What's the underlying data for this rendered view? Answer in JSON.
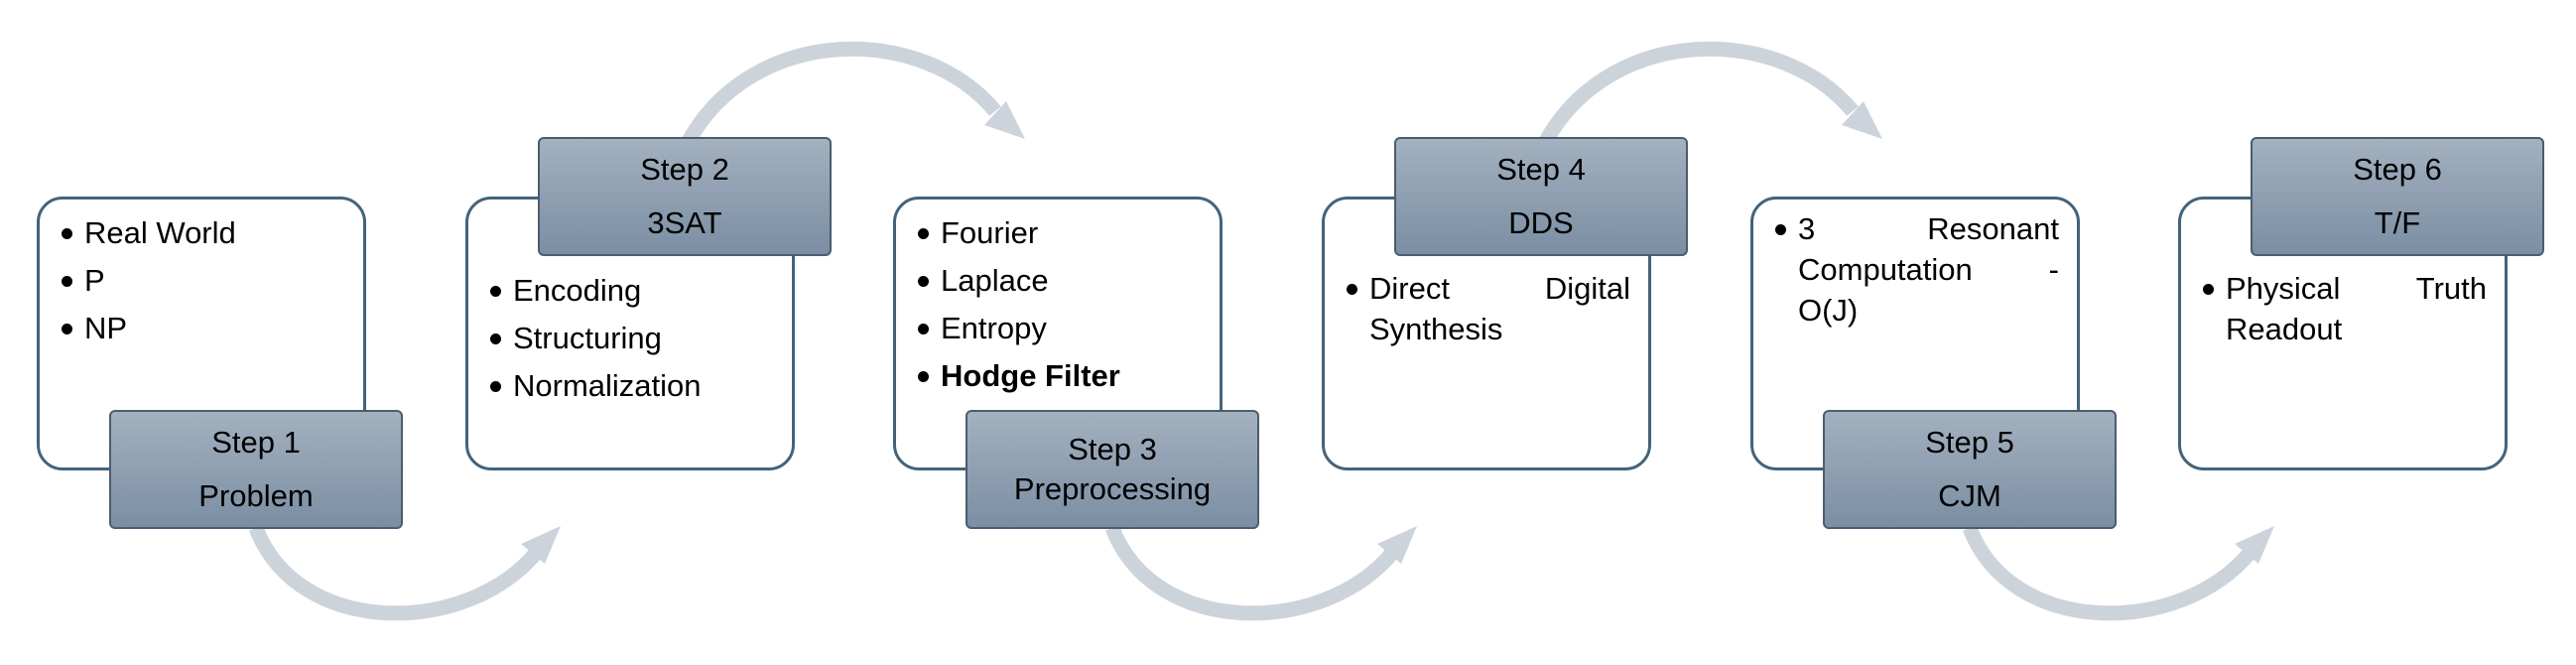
{
  "steps": [
    {
      "step_label": "Step 1",
      "title": "Problem",
      "bullets": [
        "Real World",
        "P",
        "NP"
      ]
    },
    {
      "step_label": "Step 2",
      "title": "3SAT",
      "bullets": [
        "Encoding",
        "Structuring",
        "Normalization"
      ]
    },
    {
      "step_label": "Step 3",
      "title": "Preprocessing",
      "bullets": [
        "Fourier",
        "Laplace",
        "Entropy",
        "Hodge Filter"
      ]
    },
    {
      "step_label": "Step 4",
      "title": "DDS",
      "bullets": [
        "Direct Digital Synthesis"
      ]
    },
    {
      "step_label": "Step 5",
      "title": "CJM",
      "bullets": [
        "3 Resonant Computation - O(J)"
      ]
    },
    {
      "step_label": "Step 6",
      "title": "T/F",
      "bullets": [
        "Physical Truth Readout"
      ]
    }
  ],
  "colors": {
    "panel_border": "#43637a",
    "tab_top": "#a3b1c0",
    "tab_bottom": "#7b8ea3",
    "arrow": "#cdd3da"
  },
  "icons": [
    "curved-arrow-icon"
  ]
}
